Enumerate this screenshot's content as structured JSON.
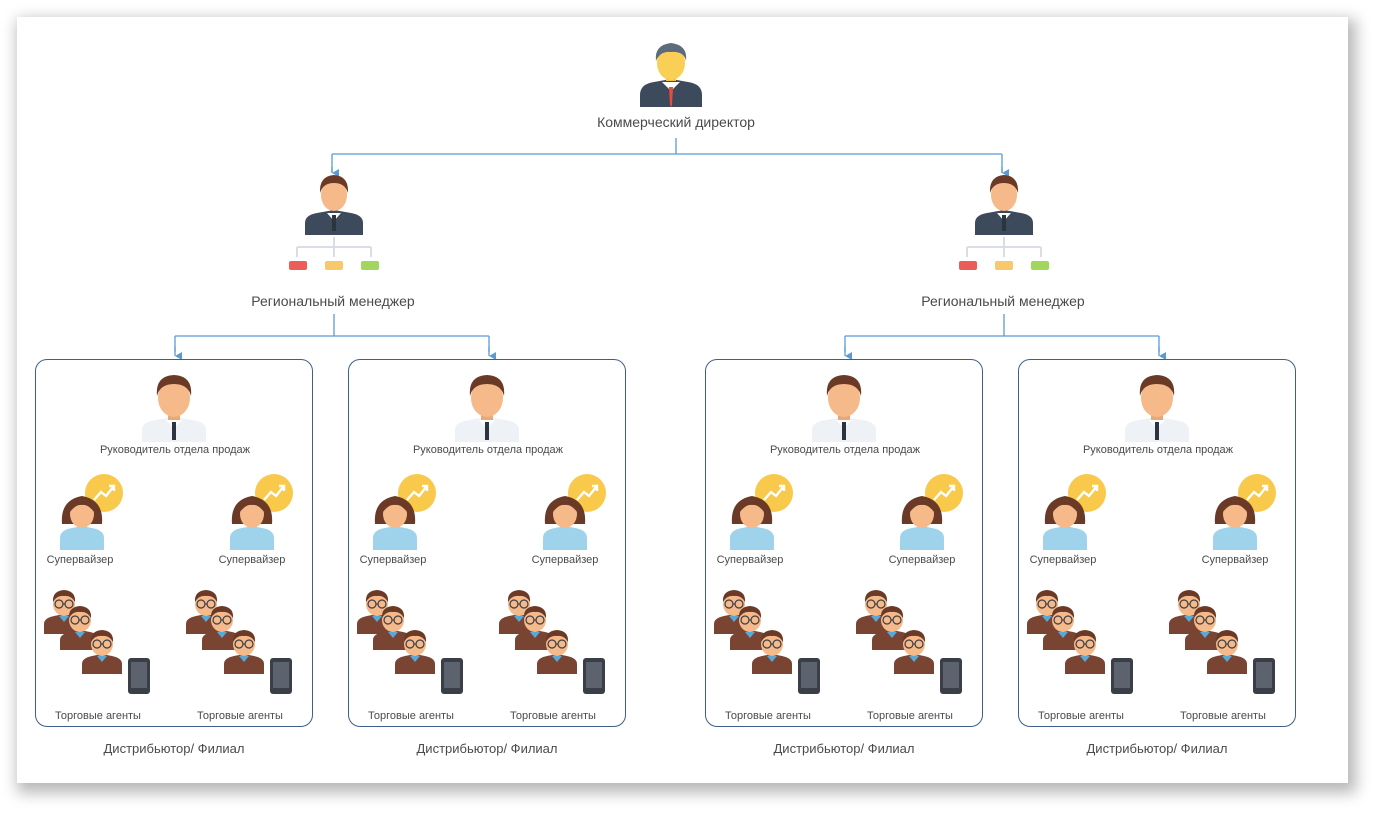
{
  "director": {
    "label": "Коммерческий директор"
  },
  "regions": [
    {
      "manager_label": "Региональный менеджер",
      "branches": [
        {
          "head_label": "Руководитель отдела продаж",
          "supervisor_labels": [
            "Супервайзер",
            "Супервайзер"
          ],
          "agent_labels": [
            "Торговые агенты",
            "Торговые агенты"
          ],
          "distributor_label": "Дистрибьютор/ Филиал"
        },
        {
          "head_label": "Руководитель отдела продаж",
          "supervisor_labels": [
            "Супервайзер",
            "Супервайзер"
          ],
          "agent_labels": [
            "Торговые агенты",
            "Торговые агенты"
          ],
          "distributor_label": "Дистрибьютор/ Филиал"
        }
      ]
    },
    {
      "manager_label": "Региональный менеджер",
      "branches": [
        {
          "head_label": "Руководитель отдела продаж",
          "supervisor_labels": [
            "Супервайзер",
            "Супервайзер"
          ],
          "agent_labels": [
            "Торговые агенты",
            "Торговые агенты"
          ],
          "distributor_label": "Дистрибьютор/ Филиал"
        },
        {
          "head_label": "Руководитель отдела продаж",
          "supervisor_labels": [
            "Супервайзер",
            "Супервайзер"
          ],
          "agent_labels": [
            "Торговые агенты",
            "Торговые агенты"
          ],
          "distributor_label": "Дистрибьютор/ Филиал"
        }
      ]
    }
  ],
  "colors": {
    "connector": "#5b9bd5",
    "border": "#3f5f8a",
    "skin": "#f5b98a",
    "hair": "#6b3a26",
    "suit": "#3d4a5c",
    "shirt_blue": "#9fd3ec",
    "badge": "#f9c94b",
    "agent_jacket": "#7a4433",
    "phone": "#3a3f47"
  },
  "icons": {
    "director": "director-icon",
    "manager": "regional-manager-icon",
    "head": "sales-head-icon",
    "supervisor": "supervisor-icon",
    "agents": "sales-agents-icon"
  }
}
